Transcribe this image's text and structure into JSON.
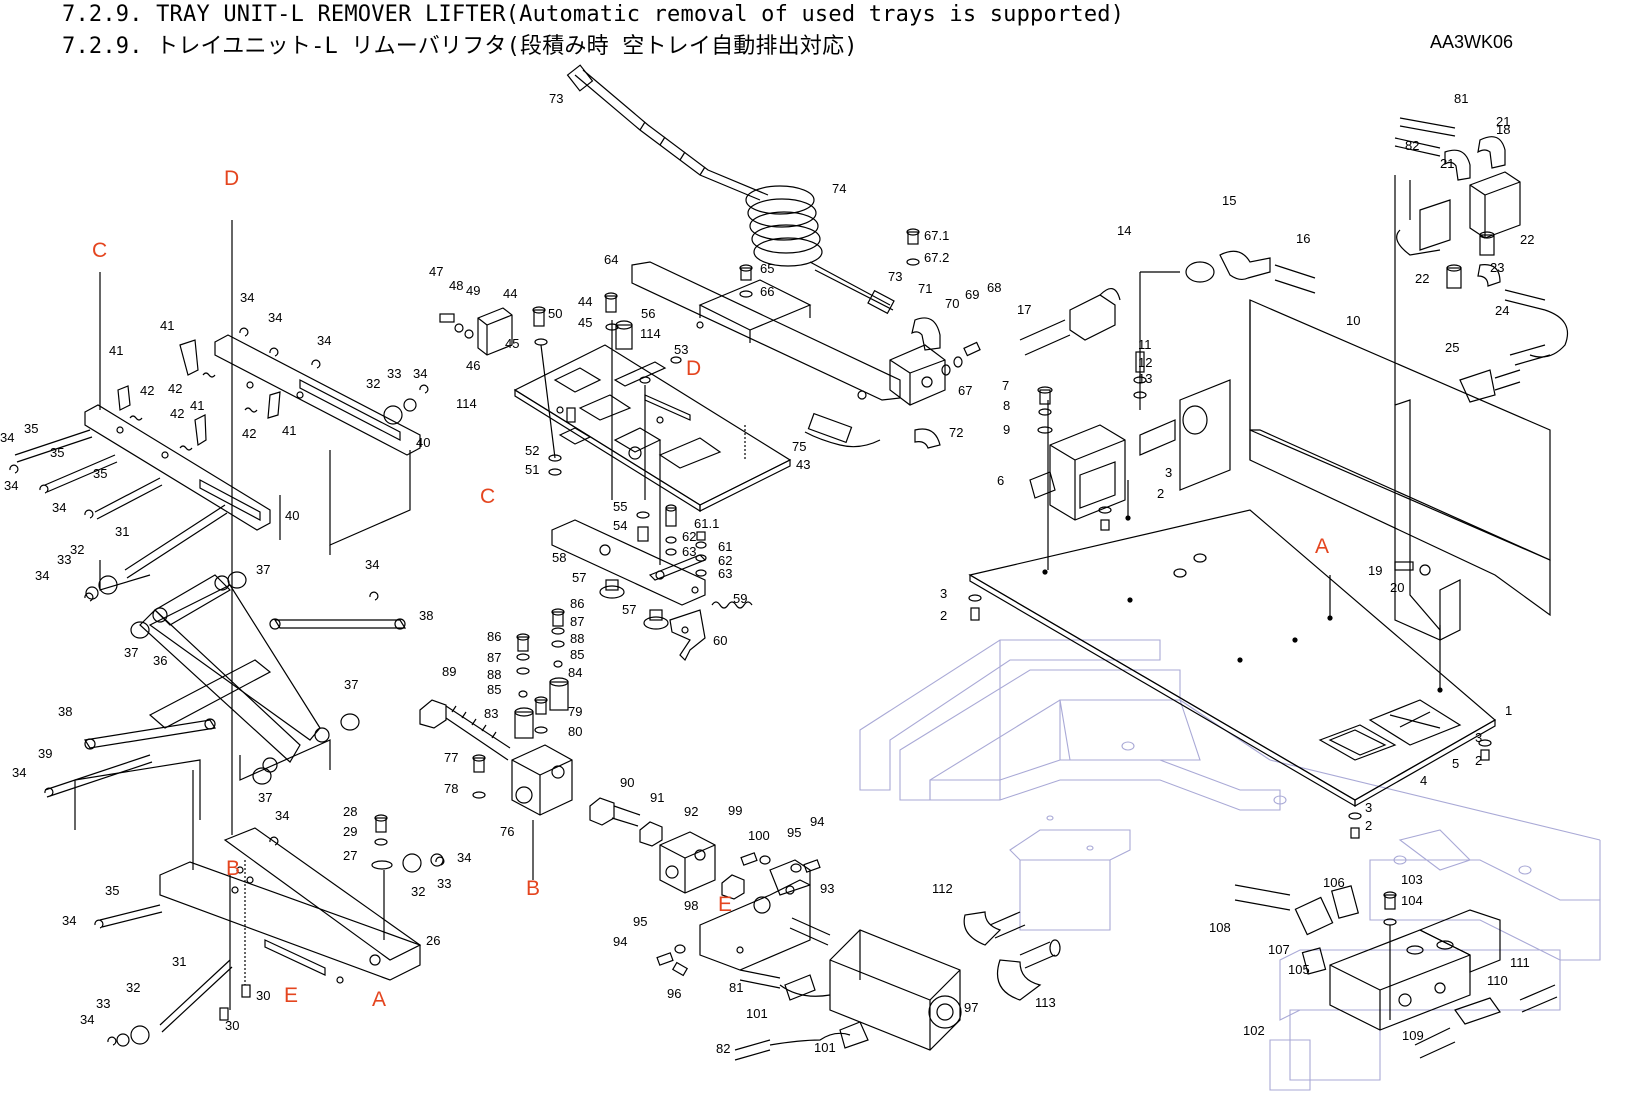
{
  "header": {
    "title_en": "7.2.9. TRAY UNIT-L REMOVER LIFTER(Automatic removal of used trays is supported)",
    "title_ja": "7.2.9. トレイユニット-L リムーバリフタ(段積み時 空トレイ自動排出対応)",
    "doc_code": "AA3WK06"
  },
  "colors": {
    "line": "#000000",
    "section_letter": "#e4451f",
    "ghost_frame": "#a9a9d6",
    "background": "#ffffff"
  },
  "section_letters": [
    "A",
    "B",
    "C",
    "D",
    "E"
  ],
  "part_numbers": [
    "1",
    "2",
    "3",
    "4",
    "5",
    "6",
    "7",
    "8",
    "9",
    "10",
    "11",
    "12",
    "13",
    "14",
    "15",
    "16",
    "17",
    "18",
    "19",
    "20",
    "21",
    "22",
    "23",
    "24",
    "25",
    "26",
    "27",
    "28",
    "29",
    "30",
    "31",
    "32",
    "33",
    "34",
    "35",
    "36",
    "37",
    "38",
    "39",
    "40",
    "41",
    "42",
    "43",
    "44",
    "45",
    "46",
    "47",
    "48",
    "49",
    "50",
    "51",
    "52",
    "53",
    "54",
    "55",
    "56",
    "57",
    "58",
    "59",
    "60",
    "61",
    "61.1",
    "62",
    "63",
    "64",
    "65",
    "66",
    "67",
    "67.1",
    "67.2",
    "68",
    "69",
    "70",
    "71",
    "72",
    "73",
    "74",
    "75",
    "76",
    "77",
    "78",
    "79",
    "80",
    "81",
    "82",
    "83",
    "84",
    "85",
    "86",
    "87",
    "88",
    "89",
    "90",
    "91",
    "92",
    "93",
    "94",
    "95",
    "96",
    "97",
    "98",
    "99",
    "100",
    "101",
    "102",
    "103",
    "104",
    "105",
    "106",
    "107",
    "108",
    "109",
    "110",
    "111",
    "112",
    "113",
    "114"
  ]
}
